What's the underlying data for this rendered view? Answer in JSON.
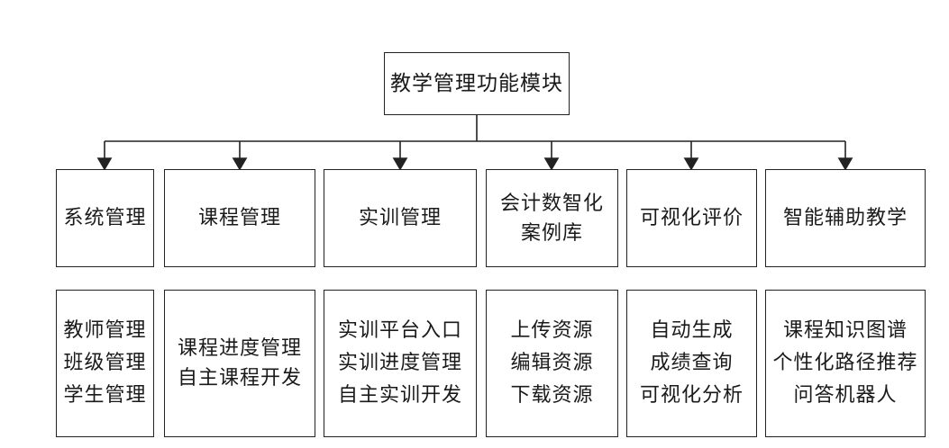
{
  "root": {
    "label": "教学管理功能模块"
  },
  "modules": [
    {
      "label_lines": [
        "系统管理"
      ]
    },
    {
      "label_lines": [
        "课程管理"
      ]
    },
    {
      "label_lines": [
        "实训管理"
      ]
    },
    {
      "label_lines": [
        "会计数智化",
        "案例库"
      ]
    },
    {
      "label_lines": [
        "可视化评价"
      ]
    },
    {
      "label_lines": [
        "智能辅助教学"
      ]
    }
  ],
  "details": [
    {
      "lines": [
        "教师管理",
        "班级管理",
        "学生管理"
      ]
    },
    {
      "lines": [
        "课程进度管理",
        "自主课程开发"
      ]
    },
    {
      "lines": [
        "实训平台入口",
        "实训进度管理",
        "自主实训开发"
      ]
    },
    {
      "lines": [
        "上传资源",
        "编辑资源",
        "下载资源"
      ]
    },
    {
      "lines": [
        "自动生成",
        "成绩查询",
        "可视化分析"
      ]
    },
    {
      "lines": [
        "课程知识图谱",
        "个性化路径推荐",
        "问答机器人"
      ]
    }
  ],
  "colors": {
    "line": "#222222",
    "border": "#222222",
    "background": "#ffffff"
  }
}
